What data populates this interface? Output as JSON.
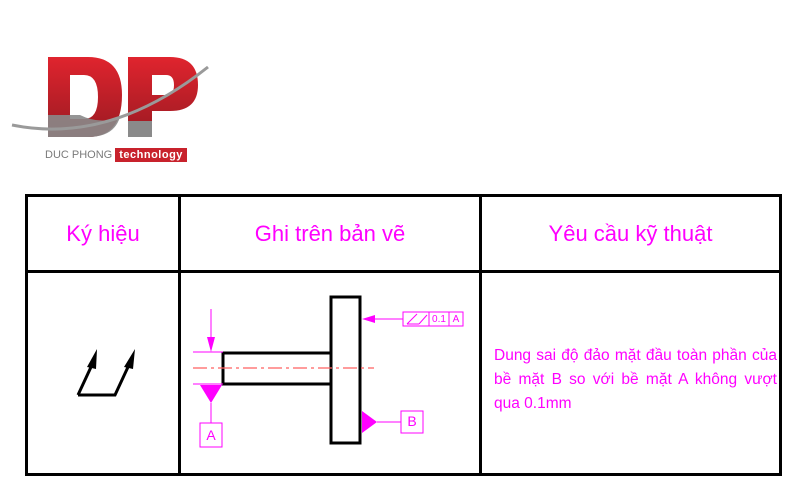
{
  "logo": {
    "letters": "DP",
    "company_name": "DUC PHONG",
    "tagline": "technology",
    "colors": {
      "red": "#c8222c",
      "gray": "#8a8a8a"
    }
  },
  "table": {
    "headers": [
      "Ký hiệu",
      "Ghi trên bản vẽ",
      "Yêu cầu kỹ thuật"
    ],
    "row": {
      "symbol_icon": "total-runout-icon",
      "drawing": {
        "fcf_tolerance": "0.1",
        "fcf_datum": "A",
        "datum_a_label": "A",
        "datum_b_label": "B"
      },
      "requirement": "Dung sai độ đảo mặt đầu toàn phần của bề mặt B so với bề mặt A không vượt qua 0.1mm"
    }
  },
  "colors": {
    "annotation": "#ff00ff",
    "centerline": "#ff6060",
    "border": "#000000"
  }
}
